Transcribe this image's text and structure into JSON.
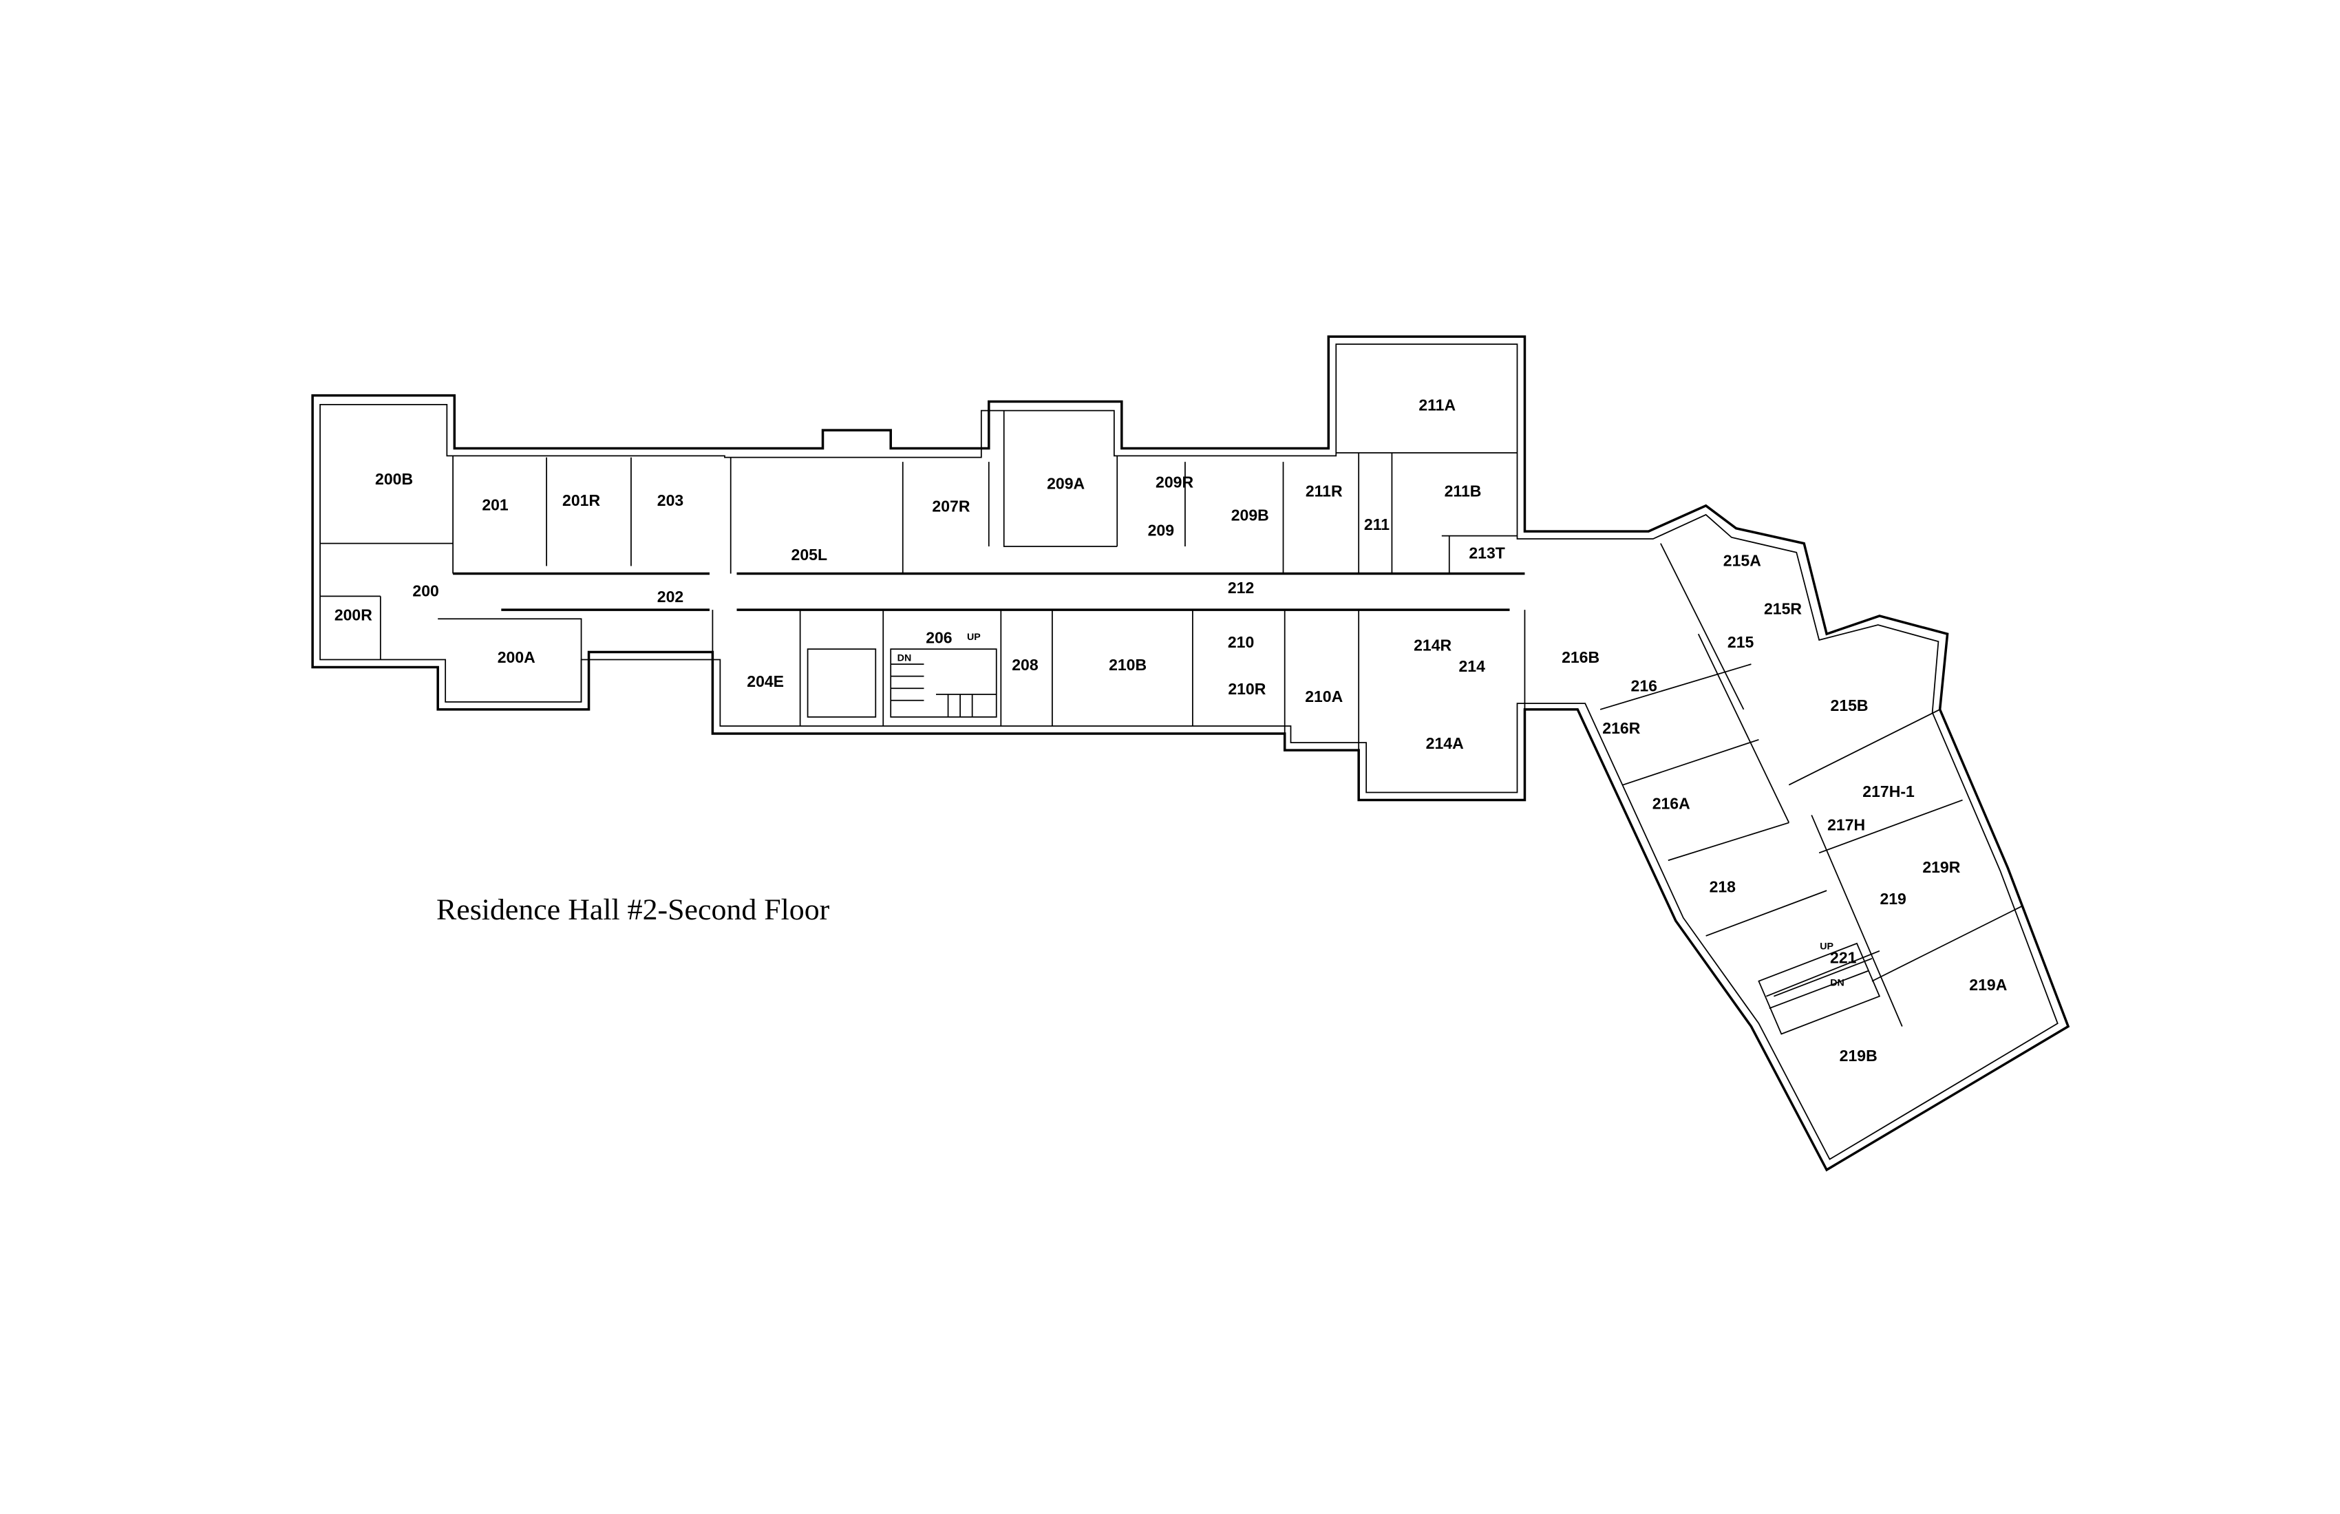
{
  "title": "Residence Hall #2-Second Floor",
  "rooms": [
    "200B",
    "201",
    "201R",
    "203",
    "205L",
    "207R",
    "209A",
    "209R",
    "209",
    "209B",
    "211R",
    "211",
    "211A",
    "211B",
    "213T",
    "212",
    "202",
    "200",
    "200R",
    "200A",
    "204E",
    "206",
    "208",
    "210B",
    "210",
    "210R",
    "210A",
    "214R",
    "214",
    "214A",
    "216B",
    "216",
    "216R",
    "216A",
    "215A",
    "215R",
    "215",
    "215B",
    "217H-1",
    "217H",
    "218",
    "219R",
    "219",
    "221",
    "219A",
    "219B"
  ],
  "stair_labels": {
    "up": "UP",
    "dn": "DN"
  }
}
